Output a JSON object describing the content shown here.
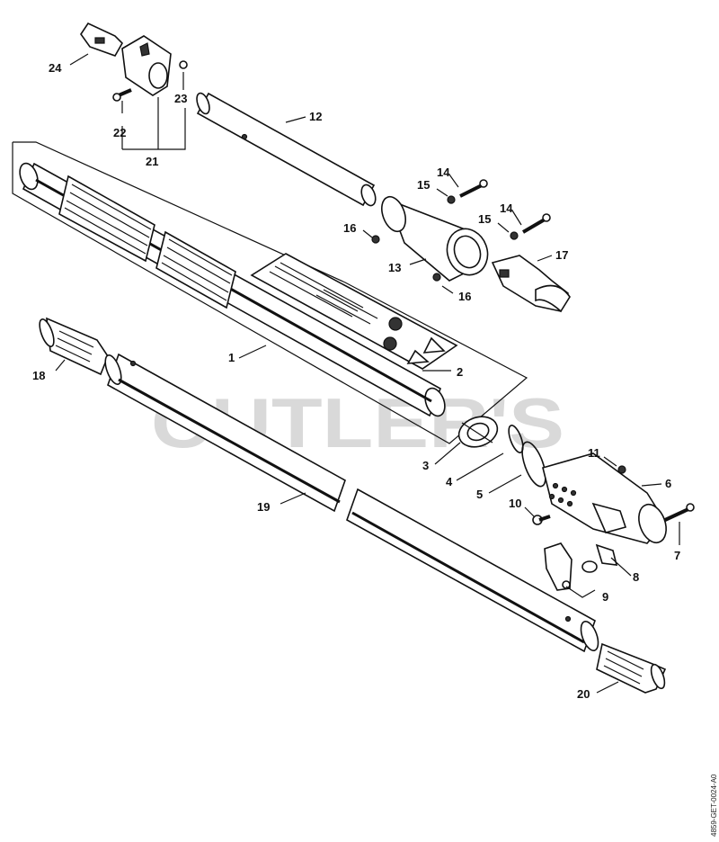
{
  "watermark": "CUTLER'S",
  "drawing_code": "4859-GET-0024-A0",
  "labels": {
    "p1": "1",
    "p2": "2",
    "p3": "3",
    "p4": "4",
    "p5": "5",
    "p6": "6",
    "p7": "7",
    "p8": "8",
    "p9": "9",
    "p10": "10",
    "p11": "11",
    "p12": "12",
    "p13": "13",
    "p14a": "14",
    "p14b": "14",
    "p15a": "15",
    "p15b": "15",
    "p16a": "16",
    "p16b": "16",
    "p17": "17",
    "p18": "18",
    "p19": "19",
    "p20": "20",
    "p21": "21",
    "p22": "22",
    "p23": "23",
    "p24": "24"
  }
}
